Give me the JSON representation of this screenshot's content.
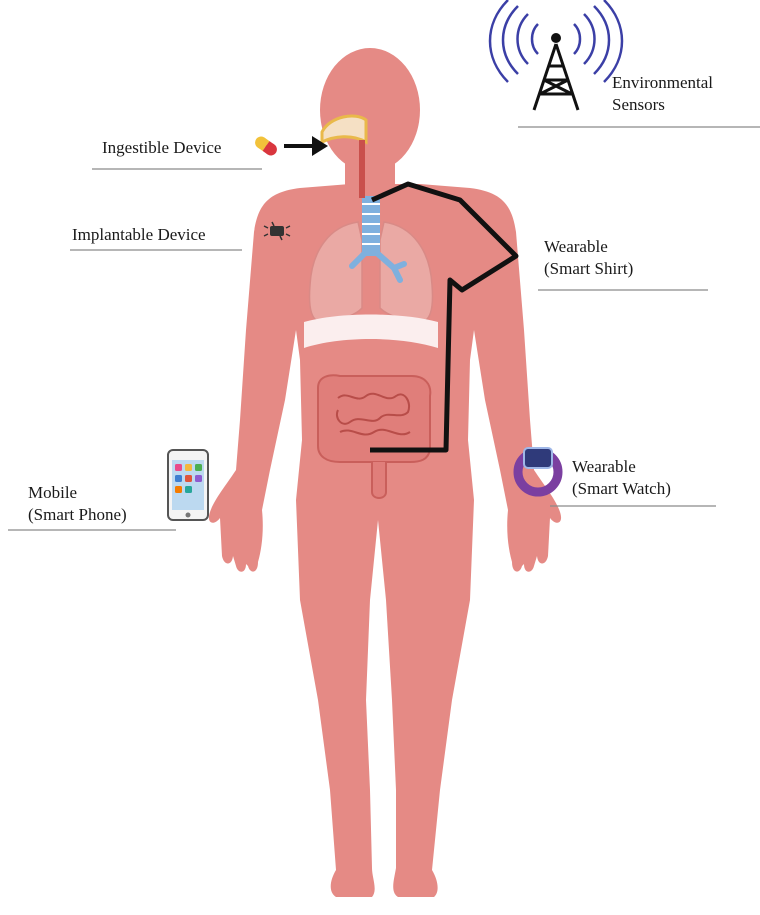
{
  "labels": {
    "environmental_sensors": [
      "Environmental",
      "Sensors"
    ],
    "ingestible_device": "Ingestible Device",
    "implantable_device": "Implantable Device",
    "smart_shirt": [
      "Wearable",
      "(Smart Shirt)"
    ],
    "smart_watch": [
      "Wearable",
      "(Smart Watch)"
    ],
    "smart_phone": [
      "Mobile",
      "(Smart Phone)"
    ]
  },
  "colors": {
    "skin": "#e58a85",
    "skin_dark": "#d9706c",
    "lung": "#eaa9a4",
    "trachea": "#7fb0de",
    "intestine": "#e07e7a",
    "antenna": "#3b3fa6",
    "wire": "#111111",
    "watch_band": "#7b3fa0",
    "capsule_a": "#f2c23a",
    "capsule_b": "#d9363e",
    "rule": "#8a8a8a"
  },
  "icons": [
    "antenna-tower-icon",
    "pill-capsule-icon",
    "implant-chip-icon",
    "smartphone-icon",
    "smartwatch-icon"
  ]
}
